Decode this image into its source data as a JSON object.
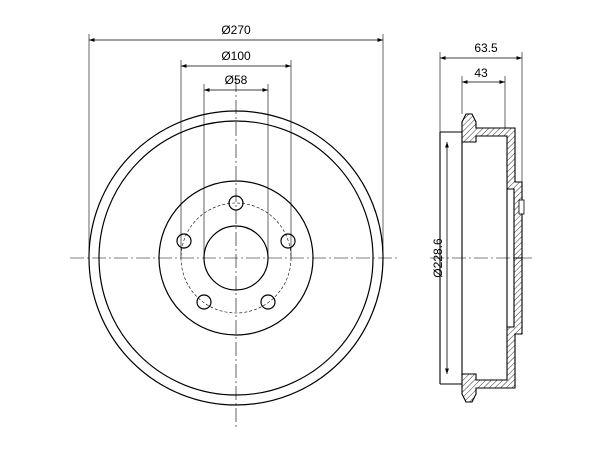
{
  "colors": {
    "line": "#000000",
    "hatch": "#000000",
    "background": "#ffffff"
  },
  "dimensions": {
    "outer_diameter": "Ø270",
    "bolt_circle_diameter": "Ø100",
    "center_bore_diameter": "Ø58",
    "inner_diameter": "Ø228.6",
    "overall_width": "63.5",
    "inner_depth": "43"
  }
}
